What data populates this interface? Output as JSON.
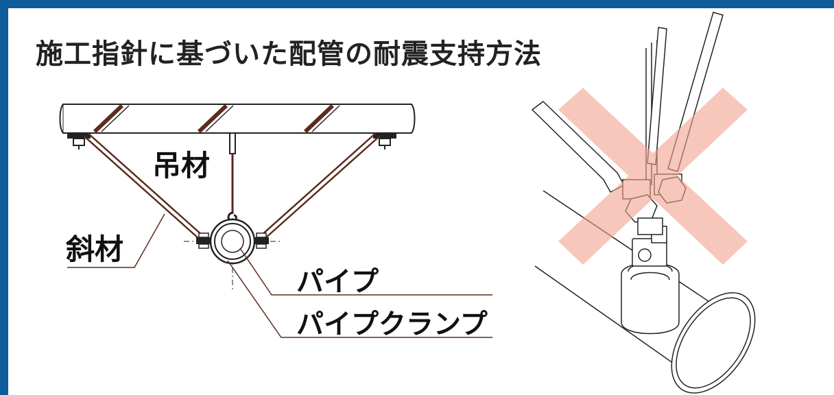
{
  "title": "施工指針に基づいた配管の耐震支持方法",
  "labels": {
    "hanger": "吊材",
    "diagonal": "斜材",
    "pipe": "パイプ",
    "pipe_clamp": "パイプクランプ"
  },
  "colors": {
    "frame": "#0f5c9a",
    "cross": "#f4b2a3",
    "rod": "#5a2b1e",
    "ink": "#222222"
  },
  "icons": {
    "wrong_mark": "x-mark-icon"
  }
}
